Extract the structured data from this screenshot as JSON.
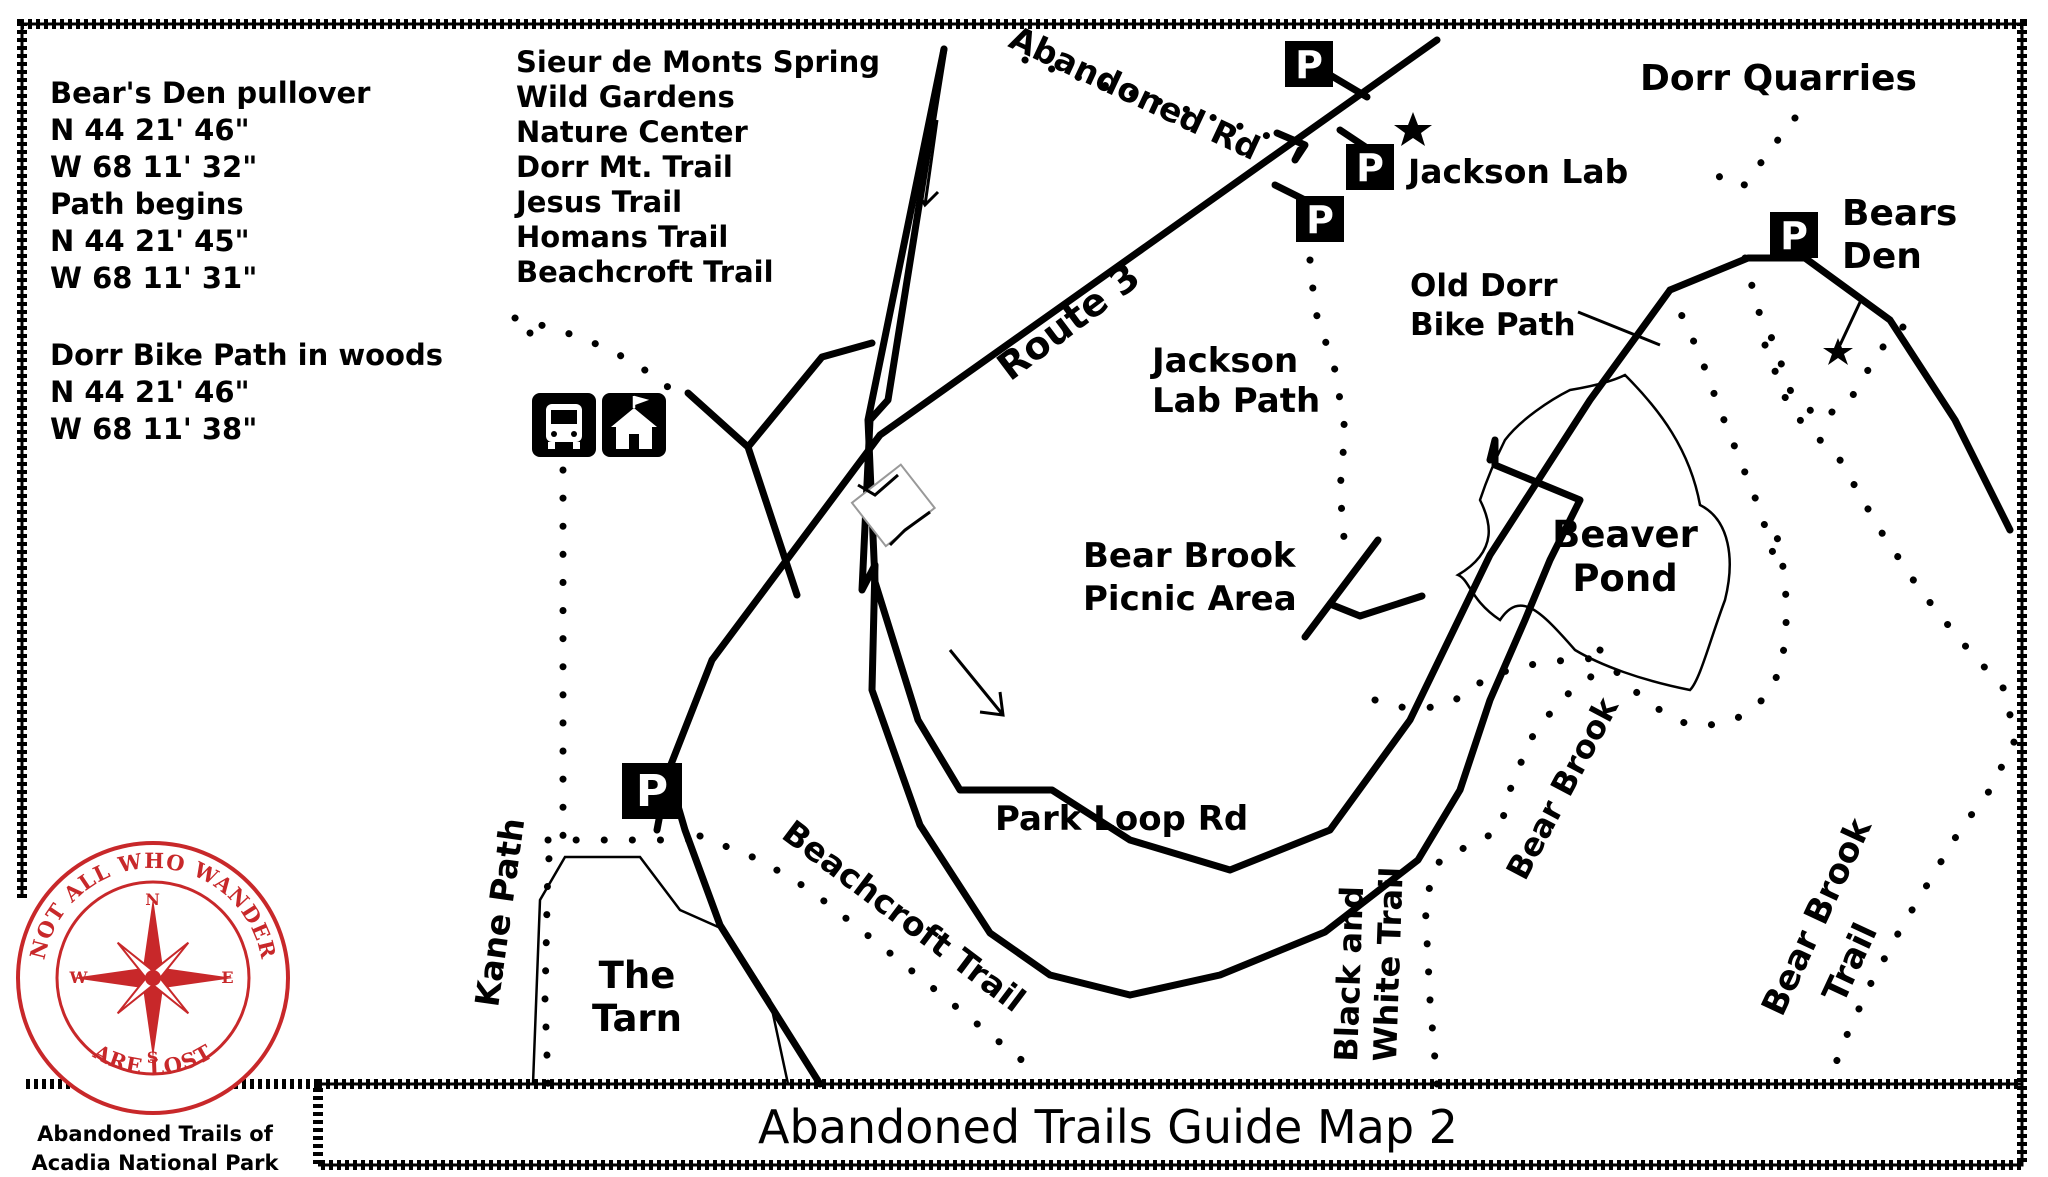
{
  "title": "Abandoned Trails Guide Map 2",
  "credit": [
    "Abandoned Trails of",
    "Acadia  National  Park"
  ],
  "seal": {
    "top_text": "NOT ALL WHO WANDER",
    "bottom_text": "ARE LOST",
    "compass": {
      "n": "N",
      "s": "S",
      "e": "E",
      "w": "W"
    },
    "color": "#c8282a"
  },
  "coordinates": [
    "Bear's Den pullover",
    "N 44 21' 46\"",
    "W 68 11' 32\"",
    "Path begins",
    "N 44 21' 45\"",
    "W 68 11' 31\"",
    "",
    "Dorr Bike Path in woods",
    "N 44 21' 46\"",
    "W 68 11' 38\""
  ],
  "sieur_list": [
    "Sieur de Monts Spring",
    "Wild Gardens",
    "Nature Center",
    "Dorr Mt. Trail",
    "Jesus Trail",
    "Homans Trail",
    "Beachcroft Trail"
  ],
  "labels": {
    "route3": "Route 3",
    "abandoned_rd": "Abandoned Rd",
    "jackson_lab": "Jackson Lab",
    "dorr_quarries": "Dorr Quarries",
    "bears_den": [
      "Bears",
      "Den"
    ],
    "old_dorr": [
      "Old Dorr",
      "Bike Path"
    ],
    "jackson_lab_path": [
      "Jackson",
      "Lab Path"
    ],
    "bear_brook_picnic": [
      "Bear Brook",
      "Picnic Area"
    ],
    "beaver_pond": [
      "Beaver",
      "Pond"
    ],
    "park_loop_rd": "Park Loop Rd",
    "beachcroft_trail": "Beachcroft Trail",
    "kane_path": "Kane Path",
    "the_tarn": [
      "The",
      "Tarn"
    ],
    "black_white": [
      "Black and",
      "White Trail"
    ],
    "bear_brook": "Bear Brook",
    "bear_brook_trail": [
      "Bear Brook",
      "Trail"
    ]
  },
  "parking_symbol": "P",
  "icons": [
    "bus-icon",
    "nature-center-icon",
    "star-icon",
    "parking-icon",
    "bridge-icon"
  ]
}
